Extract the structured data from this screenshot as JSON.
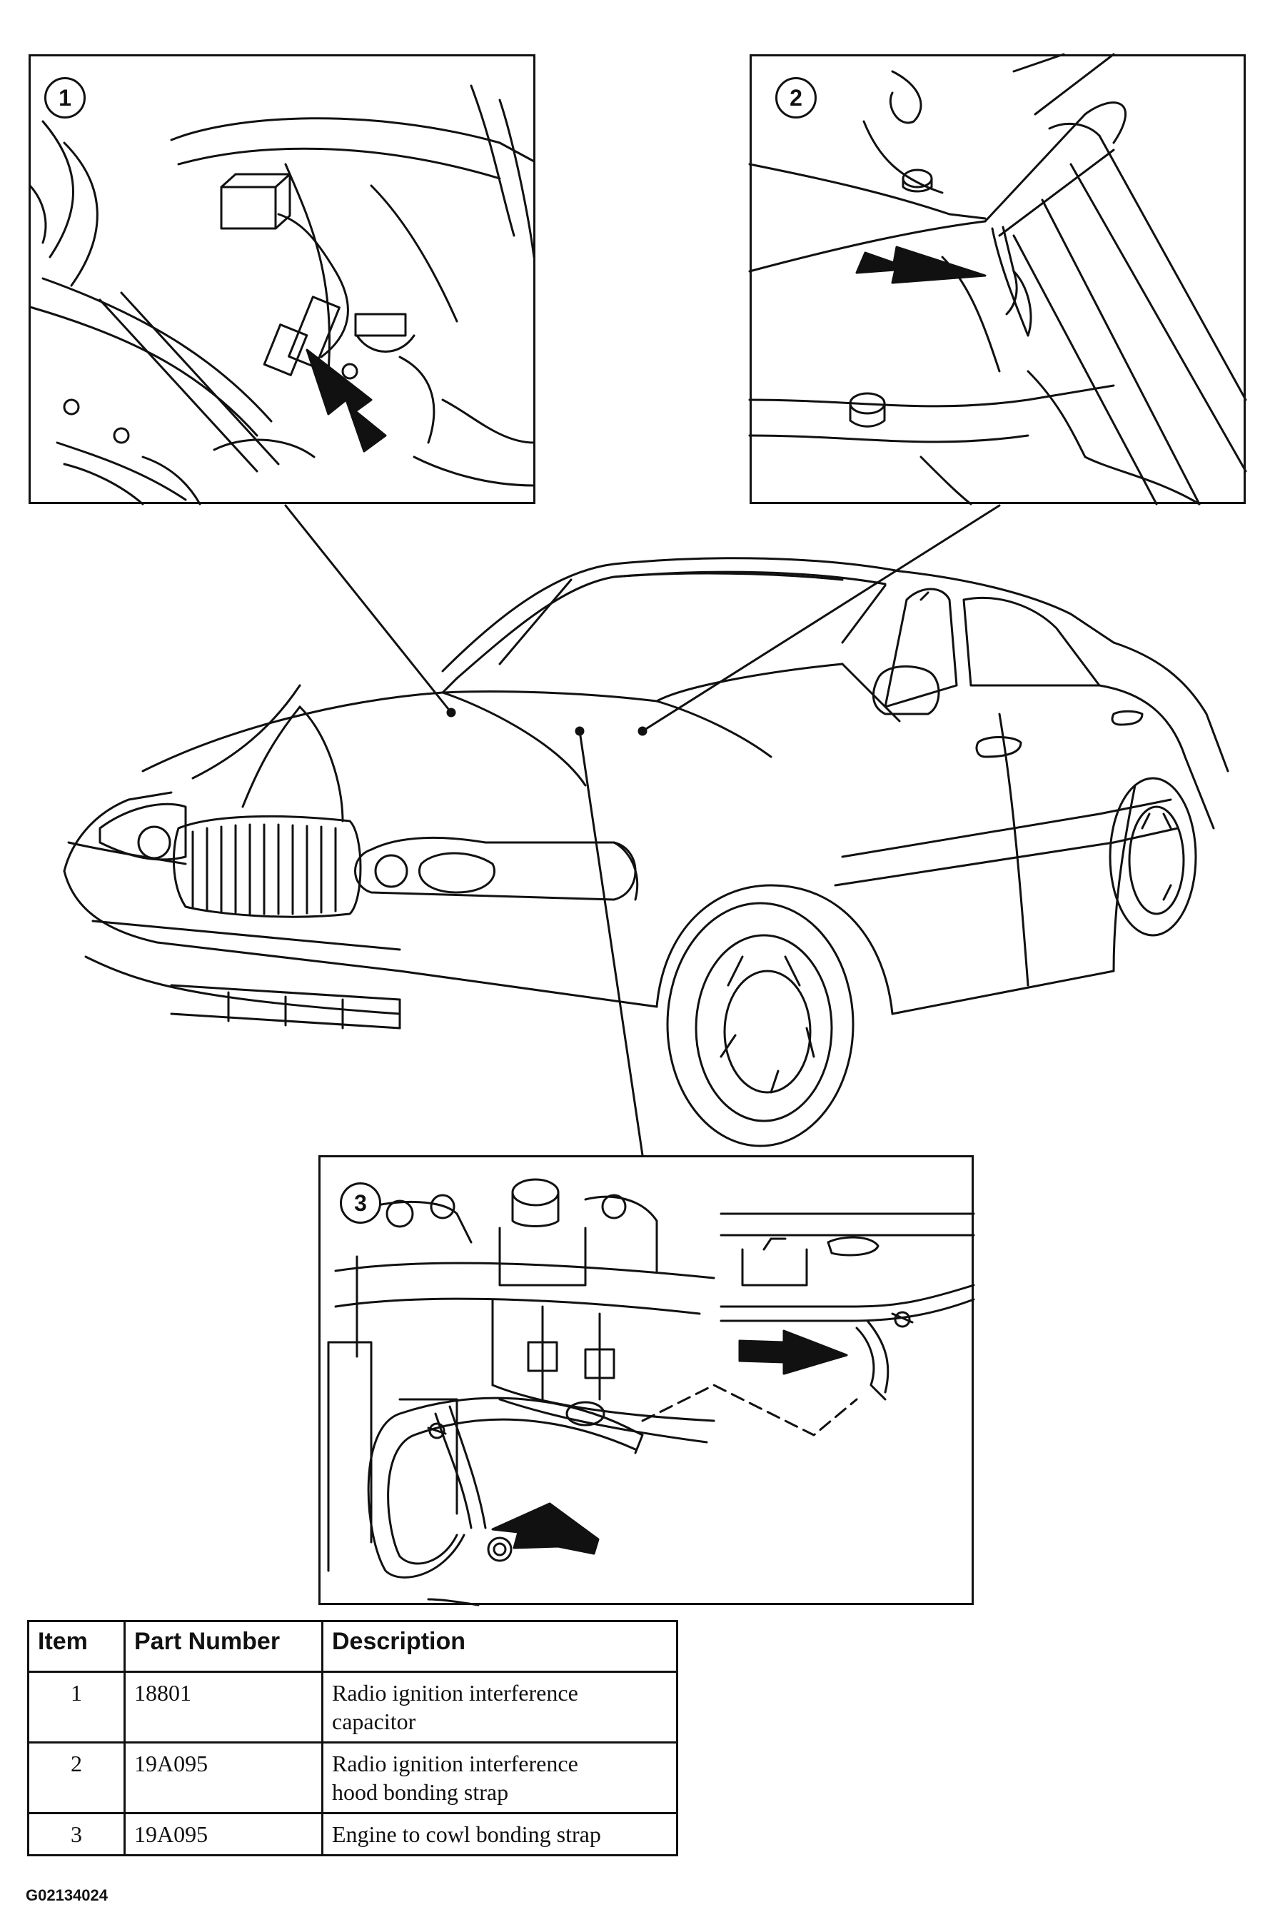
{
  "callouts": [
    "1",
    "2",
    "3"
  ],
  "table": {
    "headers": [
      "Item",
      "Part Number",
      "Description"
    ],
    "rows": [
      {
        "item": "1",
        "part_number": "18801",
        "description": [
          "Radio ignition interference",
          "capacitor"
        ]
      },
      {
        "item": "2",
        "part_number": "19A095",
        "description": [
          "Radio ignition interference",
          "hood bonding strap"
        ]
      },
      {
        "item": "3",
        "part_number": "19A095",
        "description": [
          "Engine to cowl bonding strap"
        ]
      }
    ]
  },
  "figure_id": "G02134024"
}
